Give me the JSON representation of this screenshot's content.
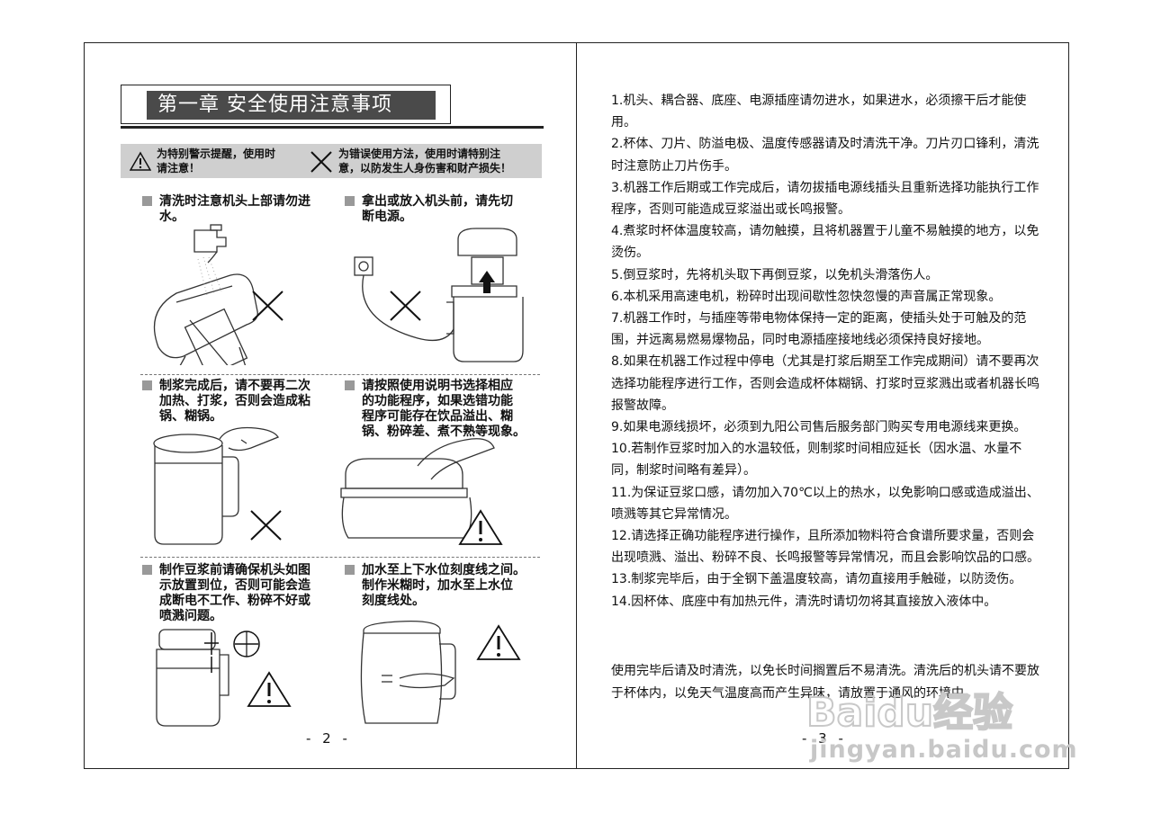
{
  "left_page": {
    "chapter_title": "第一章 安全使用注意事项",
    "warning_legend": {
      "caution_text_1": "为特别警示提醒，使用时",
      "caution_text_2": "请注意！",
      "prohibit_text_1": "为错误使用方法，使用时请特别注",
      "prohibit_text_2": "意，以防发生人身伤害和财产损失！"
    },
    "items": [
      {
        "lines": [
          "清洗时注意机头上部请勿进",
          "水。"
        ]
      },
      {
        "lines": [
          "拿出或放入机头前，请先切",
          "断电源。"
        ]
      },
      {
        "lines": [
          "制浆完成后，请不要再二次",
          "加热、打浆，否则会造成粘",
          "锅、糊锅。"
        ]
      },
      {
        "lines": [
          "请按照使用说明书选择相应",
          "的功能程序，如果选错功能",
          "程序可能存在饮品溢出、糊",
          "锅、粉碎差、煮不熟等现象。"
        ]
      },
      {
        "lines": [
          "制作豆浆前请确保机头如图",
          "示放置到位，否则可能会造",
          "成断电不工作、粉碎不好或",
          "喷溅问题。"
        ]
      },
      {
        "lines": [
          "加水至上下水位刻度线之间。",
          "制作米糊时，加水至上水位",
          "刻度线处。"
        ]
      }
    ],
    "page_number": "- 2 -"
  },
  "right_page": {
    "list": [
      "1.机头、耦合器、底座、电源插座请勿进水，如果进水，必须擦干后才能使用。",
      "2.杯体、刀片、防溢电极、温度传感器请及时清洗干净。刀片刃口锋利，清洗时注意防止刀片伤手。",
      "3.机器工作后期或工作完成后，请勿拔插电源线插头且重新选择功能执行工作程序，否则可能造成豆浆溢出或长鸣报警。",
      "4.煮浆时杯体温度较高，请勿触摸，且将机器置于儿童不易触摸的地方，以免烫伤。",
      "5.倒豆浆时，先将机头取下再倒豆浆，以免机头滑落伤人。",
      "6.本机采用高速电机，粉碎时出现间歇性忽快忽慢的声音属正常现象。",
      "7.机器工作时，与插座等带电物体保持一定的距离，使插头处于可触及的范围，并远离易燃易爆物品，同时电源插座接地线必须保持良好接地。",
      "8.如果在机器工作过程中停电（尤其是打浆后期至工作完成期间）请不要再次选择功能程序进行工作，否则会造成杯体糊锅、打浆时豆浆溅出或者机器长鸣报警故障。",
      "9.如果电源线损坏，必须到九阳公司售后服务部门购买专用电源线来更换。",
      "10.若制作豆浆时加入的水温较低，则制浆时间相应延长（因水温、水量不同，制浆时间略有差异）。",
      "11.为保证豆浆口感，请勿加入70℃以上的热水，以免影响口感或造成溢出、喷溅等其它异常情况。",
      "12.请选择正确功能程序进行操作，且所添加物料符合食谱所要求量，否则会出现喷溅、溢出、粉碎不良、长鸣报警等异常情况，而且会影响饮品的口感。",
      "13.制浆完毕后，由于全钢下盖温度较高，请勿直接用手触碰，以防烫伤。",
      "14.因杯体、底座中有加热元件，清洗时请切勿将其直接放入液体中。"
    ],
    "note": "使用完毕后请及时清洗，以免长时间搁置后不易清洗。清洗后的机头请不要放于杯体内，以免天气温度高而产生异味，请放置于通风的环境中。",
    "page_number": "- 3 -"
  },
  "watermark": {
    "brand": "Baidu经验",
    "url": "jingyan.baidu.com"
  }
}
